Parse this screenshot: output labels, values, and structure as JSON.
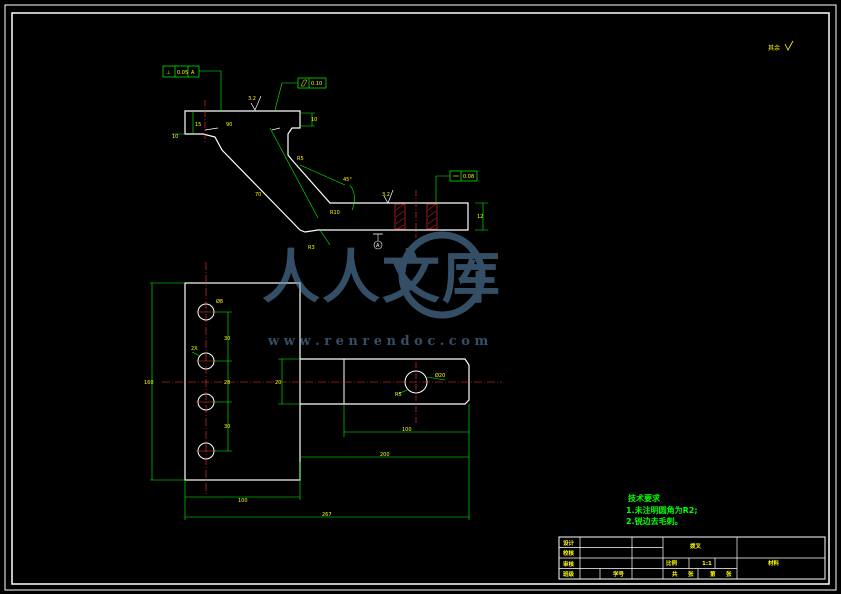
{
  "roughness_note": "其余",
  "tolerances": {
    "top_left_frame": [
      "⊥",
      "0.05",
      "A"
    ],
    "top_flatness": "0.10",
    "right_parallel": "0.08",
    "top_roughness": "3.2",
    "right_roughness": "3.2"
  },
  "datum": "A",
  "dimensions": {
    "d_small_left": "10",
    "d_top_h": "15",
    "d_slot": "90",
    "d_right_h": "10",
    "d_r": "R5",
    "d_diag": "70",
    "d_angle": "45°",
    "d_r2": "R10",
    "d_bot_r": "R3",
    "d_right_height": "12",
    "d_plan_height": "160",
    "d_hole1": "2X",
    "d_hole2": "Ø8",
    "d_spacing1": "30",
    "d_spacing2": "28",
    "d_spacing3": "30",
    "d_arm": "20",
    "d_arm_len": "100",
    "d_main_len": "200",
    "d_width": "100",
    "d_total": "267",
    "d_hole_big": "Ø20",
    "d_r_big": "R5"
  },
  "watermark": {
    "brand": "人人文库",
    "url": "w w w . r e n r e n d o c . c o m"
  },
  "tech_requirements": {
    "heading": "技术要求",
    "items": [
      "1.未注明圆角为R2;",
      "2.锐边去毛刺。"
    ]
  },
  "title_block": {
    "rows": [
      "设计",
      "校核",
      "审核",
      "班级"
    ],
    "student_label": "学号",
    "part_name": "拨叉",
    "scale_label": "比例",
    "scale_value": "1:1",
    "school": "材料",
    "sheet_labels": [
      "共",
      "张",
      "第",
      "张"
    ]
  }
}
